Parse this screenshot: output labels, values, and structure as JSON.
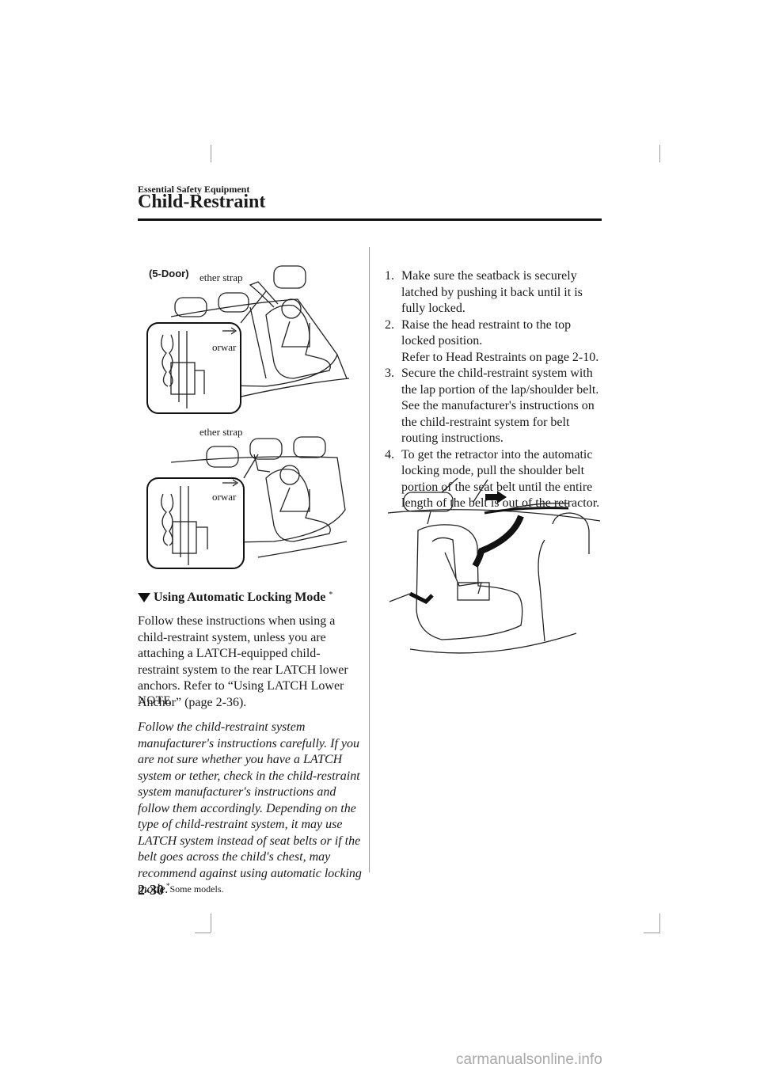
{
  "header": {
    "section": "Essential Safety Equipment",
    "title": "Child-Restraint"
  },
  "figure_top": {
    "variant": "(5-Door)",
    "tether_label": "ether strap",
    "forward_label": "orwar"
  },
  "figure_middle": {
    "tether_label": "ether strap",
    "forward_label": "orwar"
  },
  "left_column": {
    "heading": "Using Automatic Locking Mode",
    "heading_mark": "*",
    "body": "Follow these instructions when using a child-restraint system, unless you are attaching a LATCH-equipped child-restraint system to the rear LATCH lower anchors. Refer to “Using LATCH Lower Anchor” (page 2-36).",
    "note_label": "NOTE",
    "note": "Follow the child-restraint system manufacturer's instructions carefully. If you are not sure whether you have a LATCH system or tether, check in the child-restraint system manufacturer's instructions and follow them accordingly. Depending on the type of child-restraint system, it may use LATCH system instead of seat belts or if the belt goes across the child's chest, may recommend against using automatic locking mode."
  },
  "steps": [
    {
      "num": "1.",
      "text": "Make sure the seatback is securely latched by pushing it back until it is fully locked.",
      "sub": ""
    },
    {
      "num": "2.",
      "text": "Raise the head restraint to the top locked position.",
      "sub": "Refer to Head Restraints on page 2-10."
    },
    {
      "num": "3.",
      "text": "Secure the child-restraint system with the lap portion of the lap/shoulder belt.",
      "sub": "See the manufacturer's instructions on the child-restraint system for belt routing instructions."
    },
    {
      "num": "4.",
      "text": "To get the retractor into the automatic locking mode, pull the shoulder belt portion of the seat belt until the entire length of the belt is out of the retractor.",
      "sub": ""
    }
  ],
  "footer": {
    "page_number": "2-30",
    "footnote_mark": "*",
    "footnote": "Some models."
  },
  "watermark": "carmanualsonline.info"
}
